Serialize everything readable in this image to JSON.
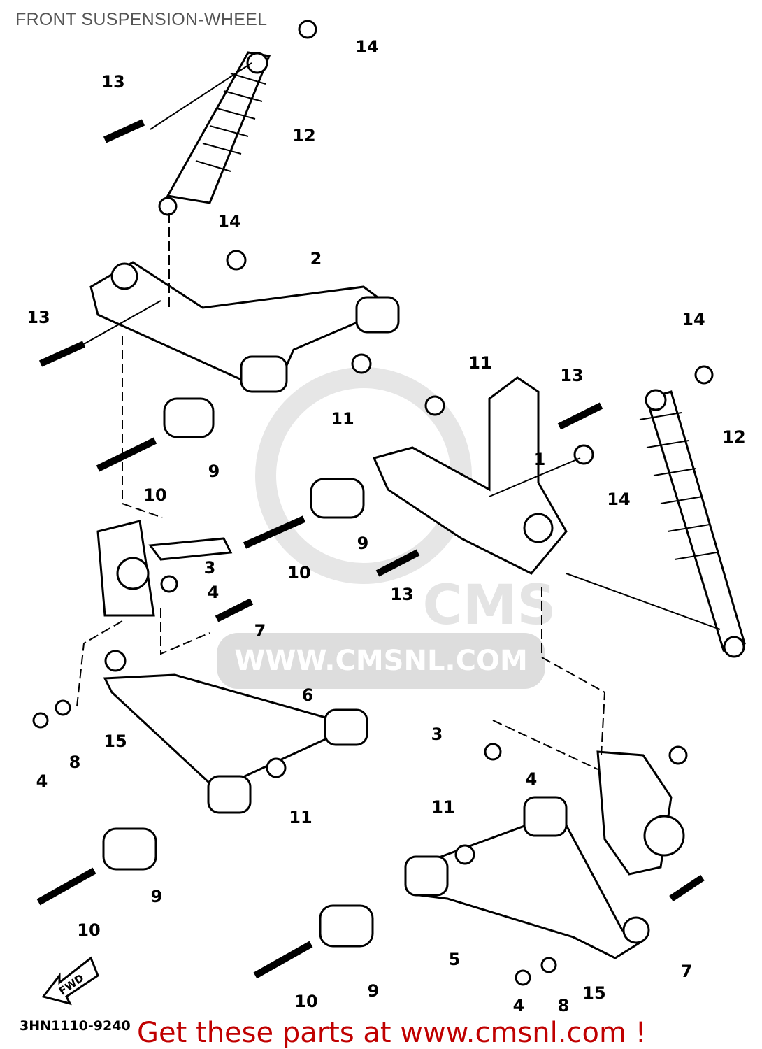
{
  "title": "FRONT SUSPENSION-WHEEL",
  "diagram_code": "3HN1110-9240",
  "promo_text": "Get these parts at www.cmsnl.com !",
  "watermark": {
    "logo": "CMS",
    "url": "WWW.CMSNL.COM"
  },
  "fwd_label": "FWD",
  "callouts": [
    "14",
    "13",
    "12",
    "14",
    "2",
    "13",
    "11",
    "9",
    "10",
    "11",
    "13",
    "14",
    "12",
    "1",
    "14",
    "9",
    "10",
    "3",
    "4",
    "7",
    "13",
    "6",
    "15",
    "8",
    "4",
    "11",
    "9",
    "10",
    "3",
    "4",
    "11",
    "5",
    "7",
    "9",
    "10",
    "15",
    "8",
    "4"
  ],
  "colors": {
    "promo": "#c00000",
    "title": "#555555"
  }
}
